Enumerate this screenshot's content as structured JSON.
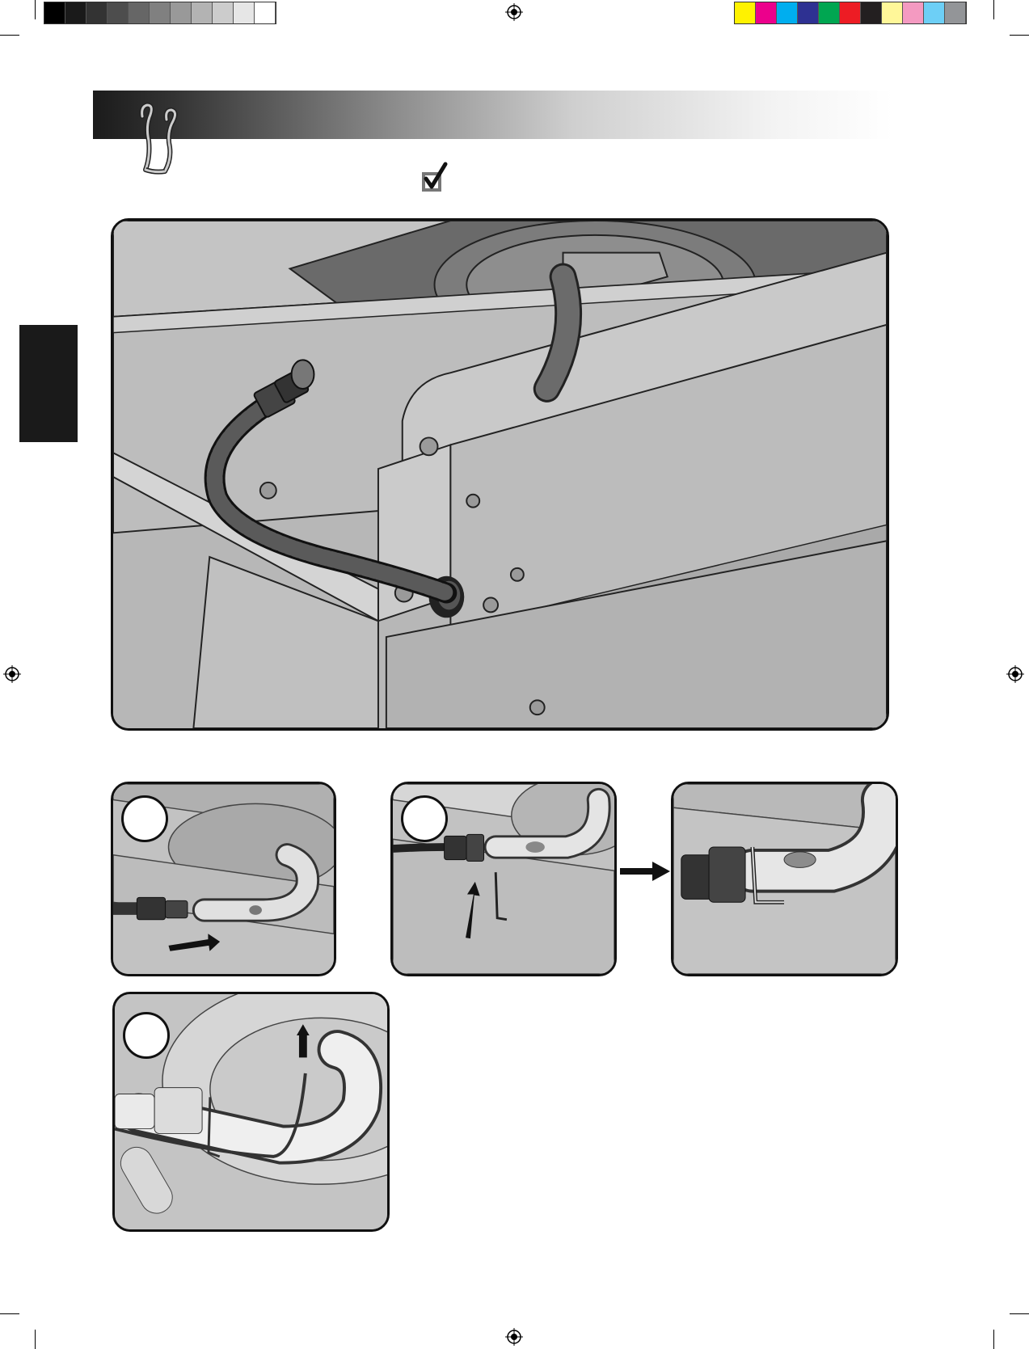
{
  "print_marks": {
    "grayscale_swatches": [
      "#000000",
      "#1a1a1a",
      "#333333",
      "#4d4d4d",
      "#666666",
      "#808080",
      "#999999",
      "#b3b3b3",
      "#cccccc",
      "#e6e6e6",
      "#ffffff"
    ],
    "color_swatches": [
      "#fff200",
      "#ec008c",
      "#00aeef",
      "#2e3192",
      "#00a651",
      "#ed1c24",
      "#231f20",
      "#fff799",
      "#f49ac1",
      "#6dcff6",
      "#939598"
    ]
  },
  "header": {
    "icon": "hook-wire-icon"
  },
  "checkbox": {
    "icon": "checkmark-box-icon",
    "checked": true
  },
  "main_illustration": {
    "icon": "grill-underside-gas-hose-illustration"
  },
  "steps": [
    {
      "icon": "hose-connect-to-burner-tube-illustration"
    },
    {
      "icon": "insert-hook-wire-illustration"
    },
    {
      "icon": "hook-wire-installed-illustration"
    },
    {
      "icon": "hook-wire-ignition-lead-illustration"
    }
  ],
  "colors": {
    "panel_bg": "#b9b9b9",
    "outline": "#111111",
    "side_tab": "#1a1a1a"
  }
}
